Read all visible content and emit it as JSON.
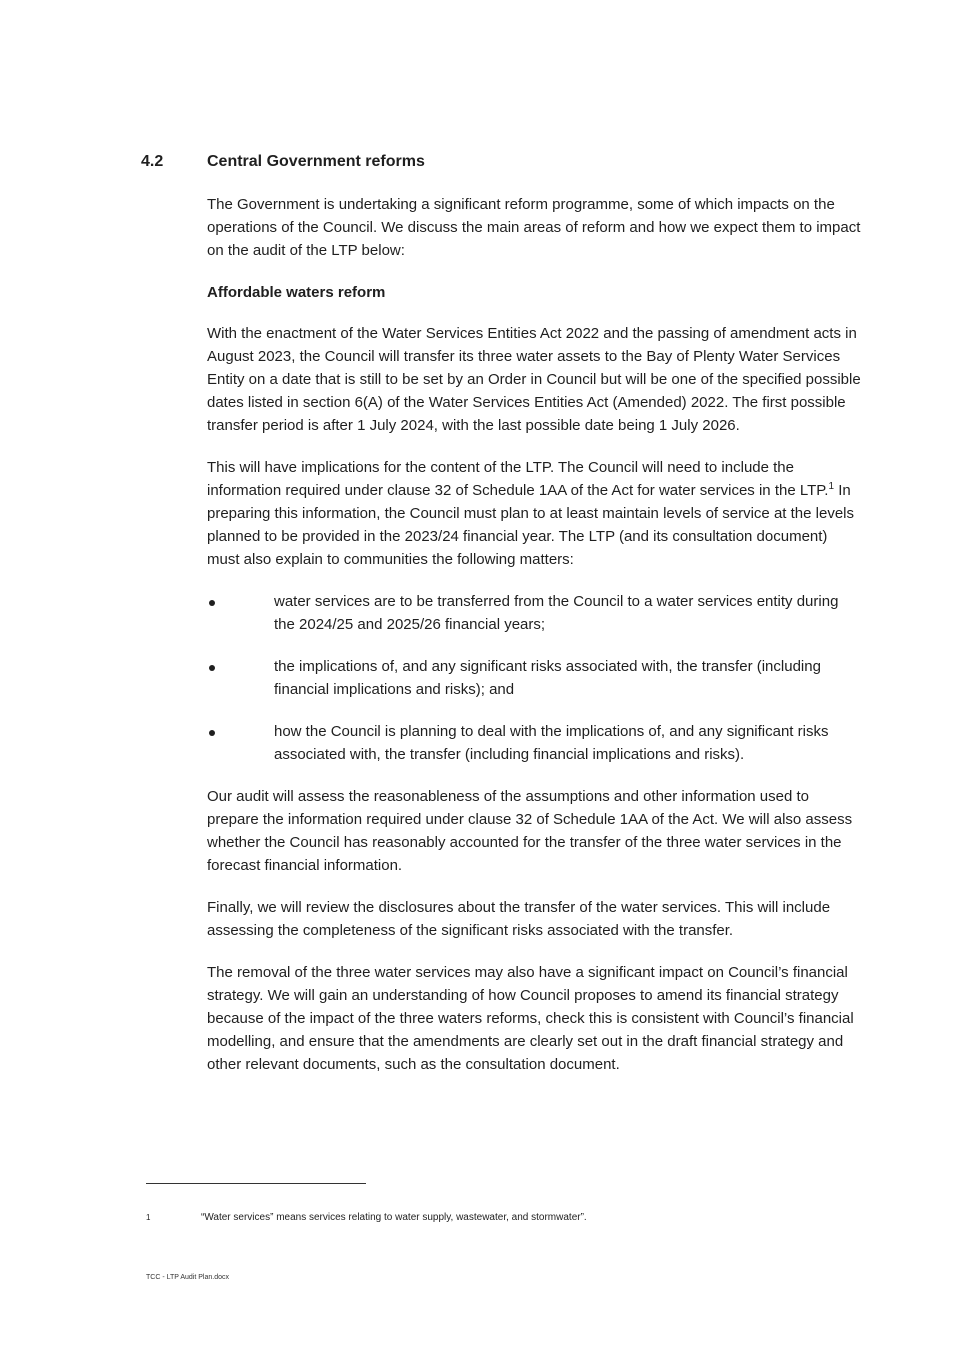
{
  "section": {
    "number": "4.2",
    "title": "Central Government reforms"
  },
  "intro": "The Government is undertaking a significant reform programme, some of which impacts on the operations of the Council. We discuss the main areas of reform and how we expect them to impact on the audit of the LTP below:",
  "subheading": "Affordable waters reform",
  "paragraphs": {
    "p1": "With the enactment of the Water Services Entities Act 2022 and the passing of amendment acts in August 2023, the Council will transfer its three water assets to the Bay of Plenty Water Services Entity on a date that is still to be set by an Order in Council but will be one of the specified possible dates listed in section 6(A) of the Water Services Entities Act (Amended) 2022. The first possible transfer period is after 1 July 2024, with the last possible date being 1 July 2026.",
    "p2_before_ref": "This will have implications for the content of the LTP. The Council will need to include the information required under clause 32 of Schedule 1AA of the Act for water services in the LTP.",
    "p2_ref": "1",
    "p2_after_ref": " In preparing this information, the Council must plan to at least maintain levels of service at the levels planned to be provided in the 2023/24 financial year. The LTP (and its consultation document) must also explain to communities the following matters:",
    "p3": "Our audit will assess the reasonableness of the assumptions and other information used to prepare the information required under clause 32 of Schedule 1AA of the Act. We will also assess whether the Council has reasonably accounted for the transfer of the three water services in the forecast financial information.",
    "p4": "Finally, we will review the disclosures about the transfer of the water services. This will include assessing the completeness of the significant risks associated with the transfer.",
    "p5": "The removal of the three water services may also have a significant impact on Council’s financial strategy. We will gain an understanding of how Council proposes to amend its financial strategy because of the impact of the three waters reforms, check this is consistent with Council’s financial modelling, and ensure that the amendments are clearly set out in the draft financial strategy and other relevant documents, such as the consultation document."
  },
  "bullets": [
    "water services are to be transferred from the Council to a water services entity during the 2024/25 and 2025/26 financial years;",
    "the implications of, and any significant risks associated with, the transfer (including financial implications and risks); and",
    "how the Council is planning to deal with the implications of, and any significant risks associated with, the transfer (including financial implications and risks)."
  ],
  "footnote": {
    "number": "1",
    "text": "“Water services” means services relating to water supply, wastewater, and stormwater”."
  },
  "footer": {
    "filename": "TCC - LTP Audit Plan.docx"
  }
}
